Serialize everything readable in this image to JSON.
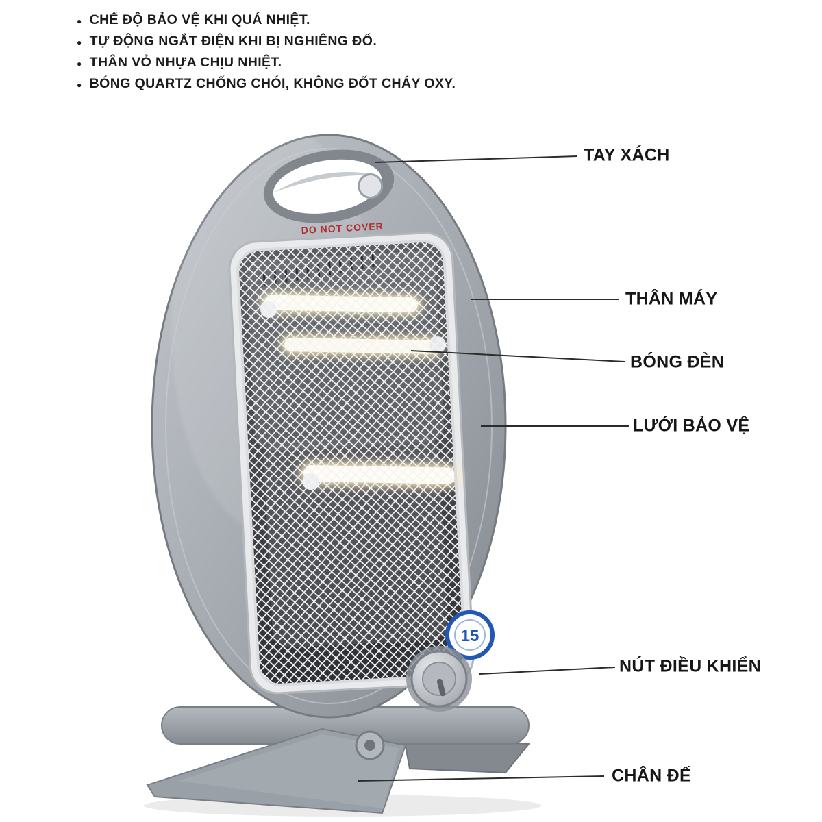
{
  "features": {
    "items": [
      "CHẾ ĐỘ BẢO VỆ KHI QUÁ NHIỆT.",
      "TỰ ĐỘNG NGẮT ĐIỆN KHI BỊ NGHIÊNG ĐỔ.",
      "THÂN VỎ NHỰA CHỊU NHIỆT.",
      "BÓNG QUARTZ CHỐNG CHÓI, KHÔNG ĐỐT CHÁY OXY."
    ]
  },
  "labels": [
    {
      "text": "TAY XÁCH"
    },
    {
      "text": "THÂN MÁY"
    },
    {
      "text": "BÓNG ĐÈN"
    },
    {
      "text": "LƯỚI BẢO VỆ"
    },
    {
      "text": "NÚT ĐIỀU KHIỂN"
    },
    {
      "text": "CHÂN ĐẾ"
    }
  ],
  "product": {
    "warning_text": "DO NOT COVER",
    "badge_text": "15"
  },
  "colors": {
    "text": "#1b1b1b",
    "warning_red": "#b03030",
    "badge_blue": "#2257b5",
    "body_gray": "#a7acb3",
    "base_gray": "#989da4",
    "leader_line": "#2b2b2b"
  }
}
